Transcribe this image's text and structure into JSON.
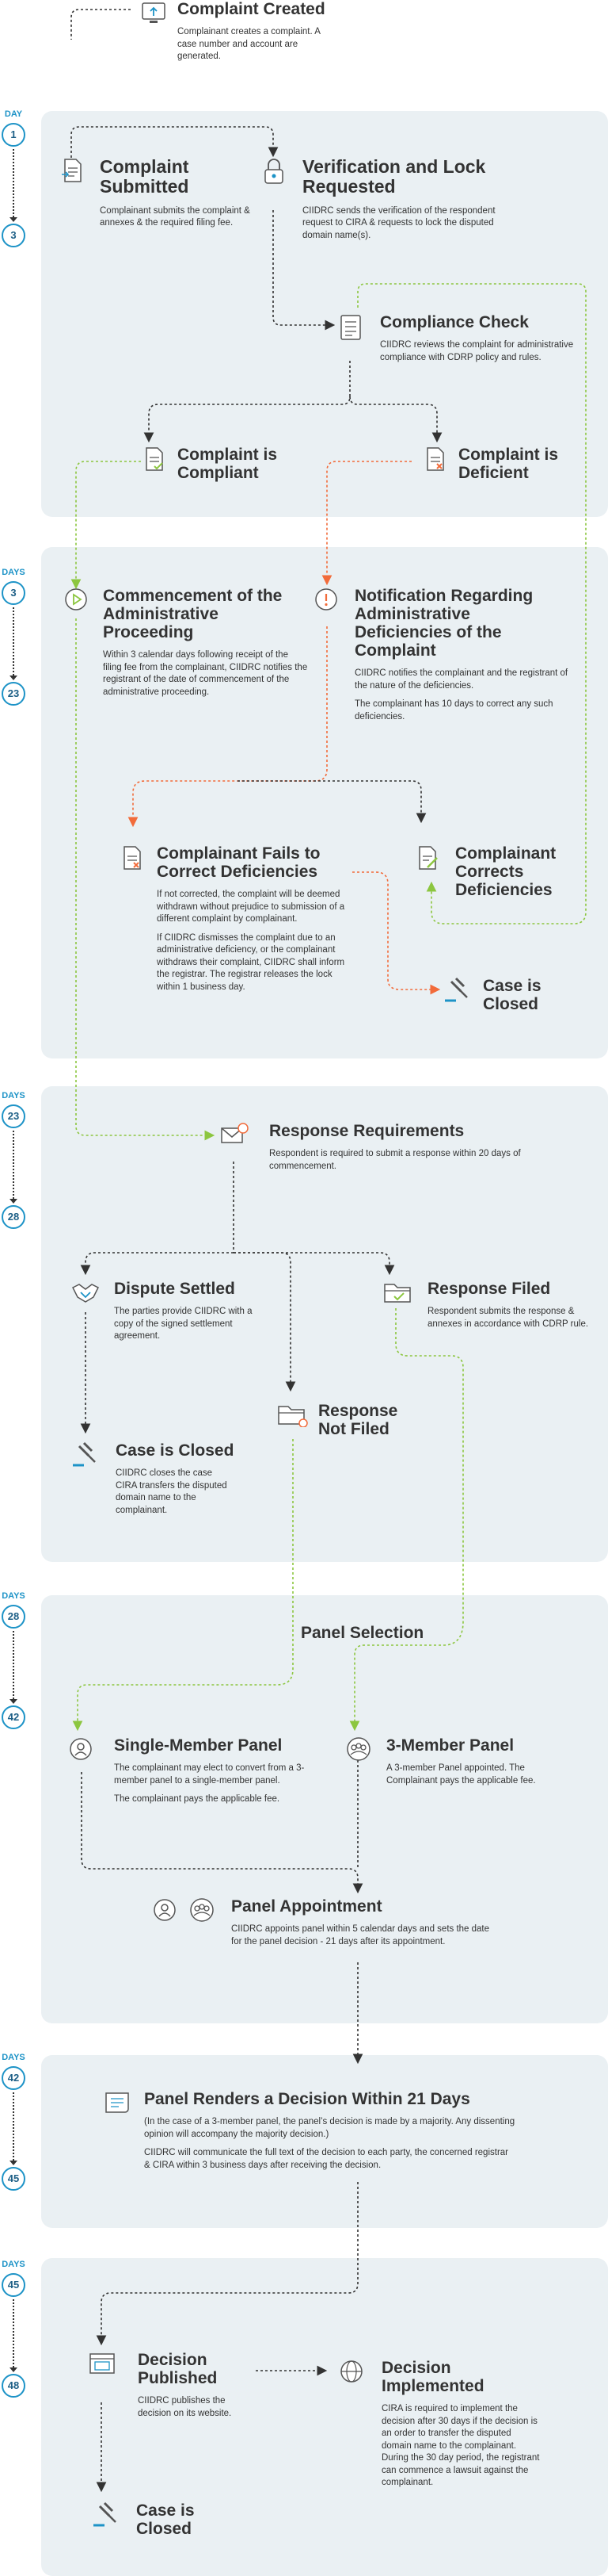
{
  "days": [
    {
      "label": "DAY",
      "start": "1",
      "end": "3"
    },
    {
      "label": "DAYS",
      "start": "3",
      "end": "23"
    },
    {
      "label": "DAYS",
      "start": "23",
      "end": "28"
    },
    {
      "label": "DAYS",
      "start": "28",
      "end": "42"
    },
    {
      "label": "DAYS",
      "start": "42",
      "end": "45"
    },
    {
      "label": "DAYS",
      "start": "45",
      "end": "48"
    }
  ],
  "nodes": {
    "complaint_created": {
      "title": "Complaint Created",
      "desc": [
        "Complainant creates a complaint. A case number and account are generated."
      ]
    },
    "complaint_submitted": {
      "title": "Complaint Submitted",
      "desc": [
        "Complainant submits the complaint & annexes & the required filing fee."
      ]
    },
    "verification": {
      "title": "Verification and Lock Requested",
      "desc": [
        "CIIDRC sends the verification  of the respondent request to CIRA & requests to lock the disputed domain name(s)."
      ]
    },
    "compliance_check": {
      "title": "Compliance Check",
      "desc": [
        "CIIDRC reviews the complaint for administrative compliance with CDRP policy and rules."
      ]
    },
    "is_compliant": {
      "title": "Complaint is Compliant"
    },
    "is_deficient": {
      "title": "Complaint is Deficient"
    },
    "commencement": {
      "title": "Commencement of the Administrative Proceeding",
      "desc": [
        "Within 3 calendar days following receipt of the filing fee from the complainant, CIIDRC notifies the registrant of the date of commencement of the administrative proceeding."
      ]
    },
    "notification": {
      "title": "Notification Regarding Administrative Deficiencies of  the Complaint",
      "desc": [
        "CIIDRC notifies the complainant and the registrant of the nature of the deficiencies.",
        "The complainant has 10 days to correct any such deficiencies."
      ]
    },
    "fails_to_correct": {
      "title": "Complainant Fails to Correct Deficiencies",
      "desc": [
        "If not corrected, the complaint will be deemed withdrawn without prejudice to submission of a different complaint by complainant.",
        "If CIIDRC dismisses the complaint due to an administrative deficiency, or the complainant withdraws their complaint, CIIDRC shall inform the registrar. The registrar releases the lock within 1 business day."
      ]
    },
    "corrects": {
      "title": "Complainant Corrects Deficiencies"
    },
    "case_closed_1": {
      "title": "Case is Closed"
    },
    "response_requirements": {
      "title": "Response Requirements",
      "desc": [
        "Respondent is required to submit a response within 20 days of commencement."
      ]
    },
    "dispute_settled": {
      "title": "Dispute Settled",
      "desc": [
        "The parties provide CIIDRC with a copy of the signed settlement agreement."
      ]
    },
    "response_filed": {
      "title": "Response Filed",
      "desc": [
        "Respondent submits the response & annexes in accordance with CDRP rule."
      ]
    },
    "response_not_filed": {
      "title": "Response Not Filed"
    },
    "case_closed_2": {
      "title": "Case is Closed",
      "desc": [
        "CIIDRC closes the case CIRA transfers the disputed domain name to the complainant."
      ]
    },
    "panel_selection": {
      "title": "Panel Selection"
    },
    "single_member": {
      "title": "Single-Member Panel",
      "desc": [
        "The complainant may elect to convert from a 3-member panel to a single-member panel.",
        "The complainant pays the applicable fee."
      ]
    },
    "three_member": {
      "title": "3-Member Panel",
      "desc": [
        "A 3-member Panel appointed. The Complainant pays the applicable fee."
      ]
    },
    "panel_appointment": {
      "title": "Panel Appointment",
      "desc": [
        "CIIDRC appoints panel within 5 calendar days and sets the date for the panel decision - 21 days after its appointment."
      ]
    },
    "panel_renders": {
      "title": "Panel Renders a Decision Within 21 Days",
      "desc": [
        "(In the case of a 3-member panel, the panel’s decision is made by a majority. Any dissenting opinion will accompany the majority decision.)",
        "CIIDRC will communicate the full text of the decision to each party, the concerned registrar & CIRA within 3 business days after receiving the decision."
      ]
    },
    "decision_published": {
      "title": "Decision Published",
      "desc": [
        "CIIDRC publishes the decision on its website."
      ]
    },
    "decision_implemented": {
      "title": "Decision Implemented",
      "desc": [
        "CIRA is required to implement the decision after 30 days if the decision is an order to transfer the disputed domain name to the complainant. During the 30 day period, the registrant can commence a lawsuit against the complainant."
      ]
    },
    "case_closed_3": {
      "title": "Case is Closed"
    }
  },
  "colors": {
    "panel": "#eaf0f3",
    "accent": "#1d93c7",
    "green": "#8cc63f",
    "orange": "#f26b3a",
    "text": "#333333"
  }
}
